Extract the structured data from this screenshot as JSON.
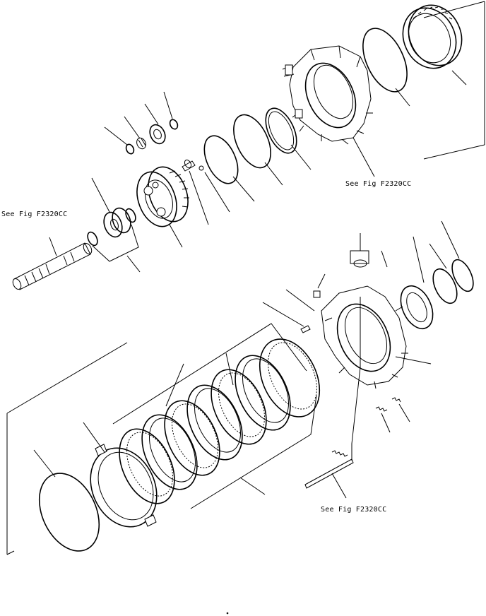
{
  "diagram": {
    "references": [
      {
        "id": "ref-top",
        "text": "See Fig  F2320CC"
      },
      {
        "id": "ref-left",
        "text": "See Fig  F2320CC"
      },
      {
        "id": "ref-bottom",
        "text": "See Fig  F2320CC"
      }
    ],
    "line_color": "#000000",
    "background": "#ffffff"
  }
}
